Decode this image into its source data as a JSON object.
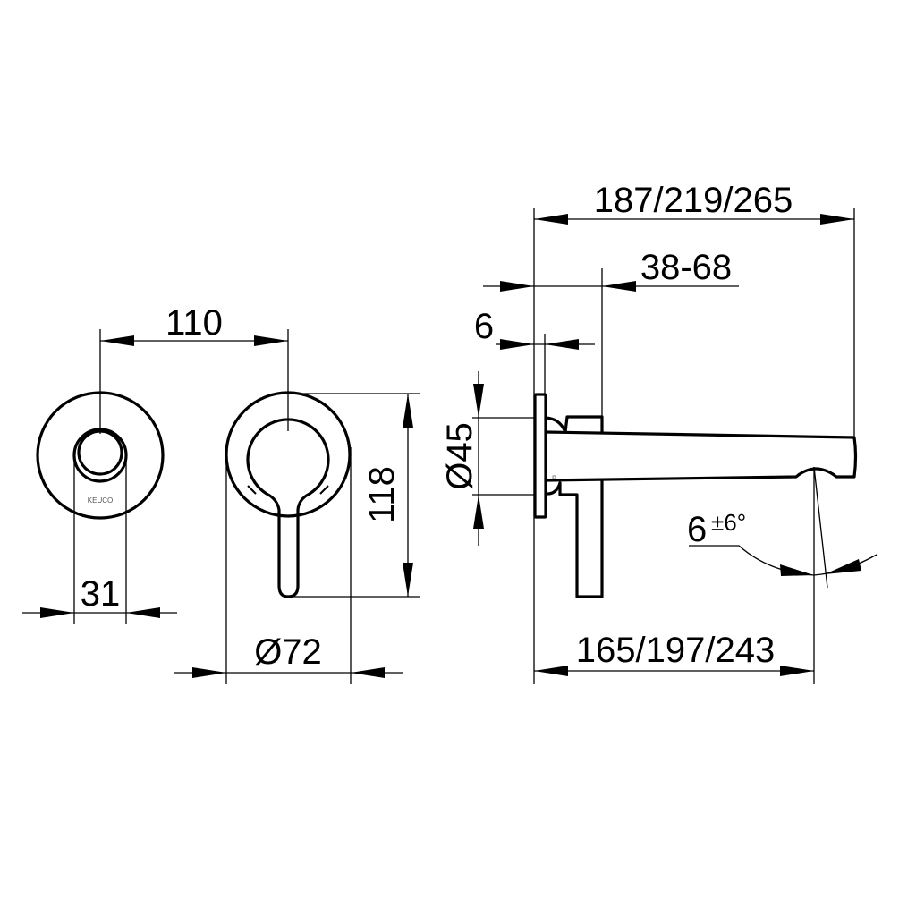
{
  "dimensions": {
    "knob_spacing": "110",
    "knob_width": "31",
    "handle_plate_diameter": "Ø72",
    "handle_height": "118",
    "total_projection": "187/219/265",
    "wall_depth_range": "38-68",
    "plate_thickness": "6",
    "spout_diameter": "Ø45",
    "spout_outlet_projection": "165/197/243",
    "spout_angle": "6",
    "spout_angle_tolerance": "±6°"
  },
  "logo": "KEUCO"
}
